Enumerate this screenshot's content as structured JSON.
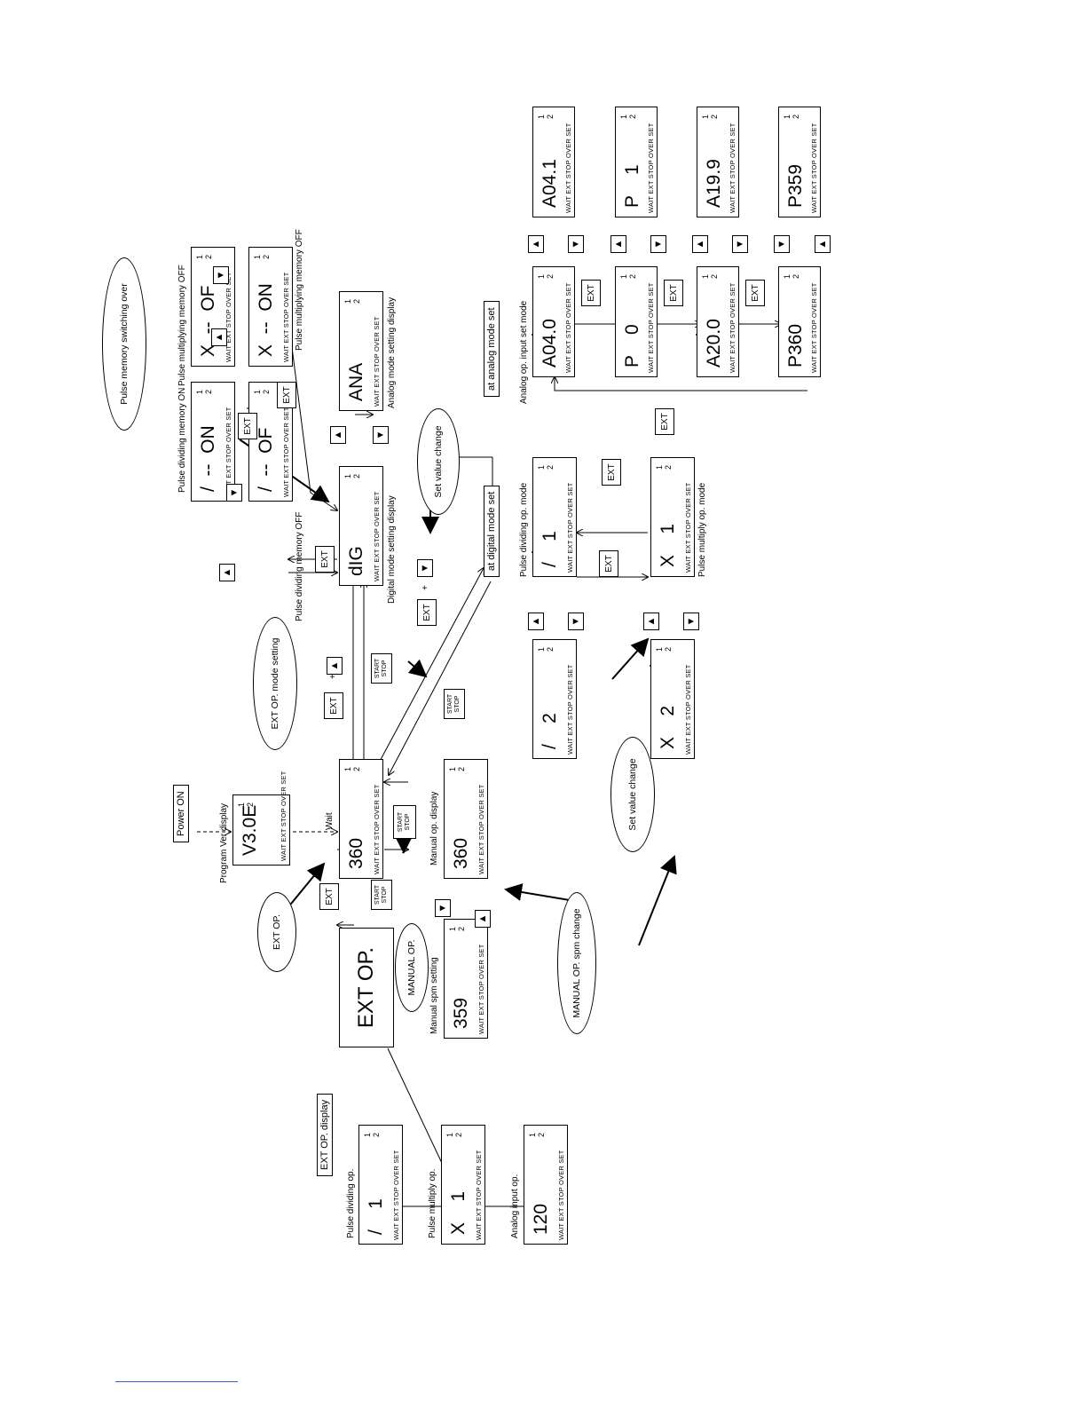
{
  "labels": {
    "power_on": "Power ON",
    "program_ver": "Program Ver display",
    "wait": "Wait",
    "manual_op_display": "Manual op. display",
    "manual_spm_setting": "Manual spm setting",
    "ext_op_display": "EXT OP. display",
    "pulse_dividing_op": "Pulse dividing op.",
    "pulse_multiply_op": "Pulse multiply op.",
    "analog_input_op": "Analog input op.",
    "digital_mode_setting_display": "Digital mode setting display",
    "analog_mode_setting_display": "Analog mode setting display",
    "pulse_dividing_memory_on": "Pulse dividing memory ON",
    "pulse_dividing_memory_off": "Pulse dividing memory OFF",
    "pulse_multiplying_memory_off_top": "Pulse multiplying memory OFF",
    "pulse_multiplying_memory_off_right": "Pulse multiplying memory OFF",
    "at_digital_mode_set": "at digital mode set",
    "at_analog_mode_set": "at analog mode set",
    "pulse_dividing_op_mode": "Pulse dividing op. mode",
    "pulse_multiply_op_mode": "Pulse multiply op. mode",
    "analog_op_input_set_mode": "Analog op. input set mode",
    "ext_op_big": "EXT OP."
  },
  "bubbles": {
    "ext_op": "EXT OP.",
    "manual_op": "MANUAL OP.",
    "manual_op_spm_change": "MANUAL OP. spm change",
    "ext_op_mode_setting": "EXT OP. mode setting",
    "pulse_memory_switching_over": "Pulse memory switching over",
    "set_value_change_top": "Set value change",
    "set_value_change_bottom": "Set value change"
  },
  "buttons": {
    "ext": "EXT",
    "start": "START",
    "stop": "STOP",
    "up": "▲",
    "down": "▼",
    "plus": "+"
  },
  "indicators": {
    "legend": "WAIT EXT STOP OVER SET",
    "one": "1",
    "two": "2"
  },
  "displays": {
    "ver": "V3.0E",
    "wait": "360",
    "manual": "360",
    "manual_spm": "359",
    "ext_div": "/    1",
    "ext_mul": "X    1",
    "ext_ana": "120",
    "dig": "dIG",
    "ana": "ANA",
    "div_mem_on": "/  --  ON",
    "div_mem_of": "/  --  OF",
    "mul_mem_of": "X  --  OF",
    "mul_mem_on": "X  --  ON",
    "div_1": "/    1",
    "div_2": "/    2",
    "mul_1": "X    1",
    "mul_2": "X    2",
    "a040": "A04.0",
    "a041": "A04.1",
    "p0": "P    0",
    "p1": "P    1",
    "a200": "A20.0",
    "a199": "A19.9",
    "p360": "P360",
    "p359": "P359"
  }
}
